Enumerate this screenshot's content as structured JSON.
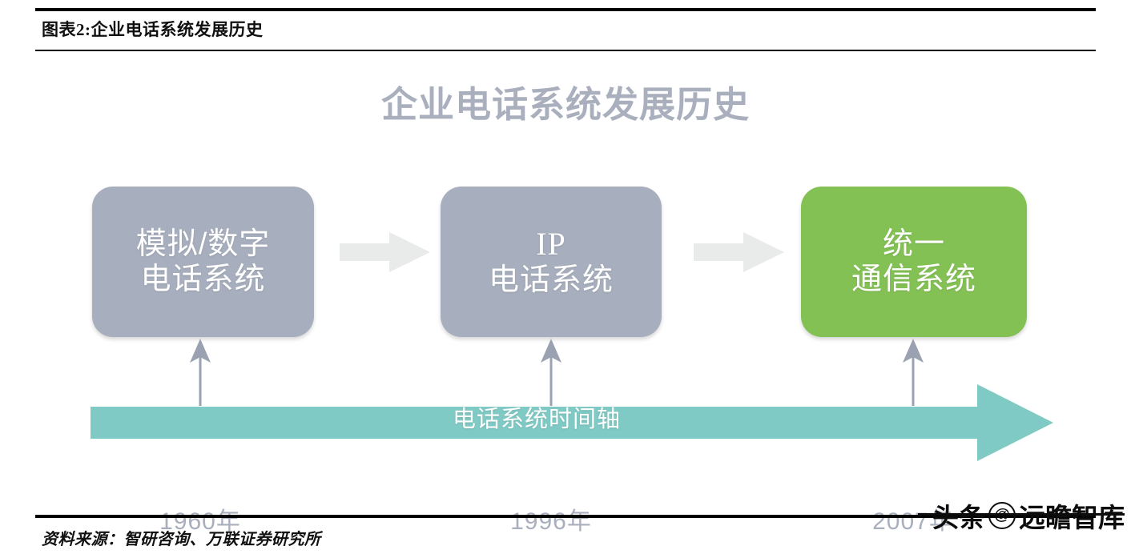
{
  "figure": {
    "caption": "图表2:企业电话系统发展历史",
    "title": "企业电话系统发展历史",
    "source_note": "资料来源：智研咨询、万联证券研究所"
  },
  "watermark": {
    "brand": "头条",
    "at": "@",
    "account": "远瞻智库"
  },
  "colors": {
    "stage_gray": "#a7aebd",
    "stage_green": "#84c155",
    "timeline_teal": "#80cac5",
    "connector_gray": "#e9eaea",
    "tick_gray": "#9aa1b0",
    "title_gray": "#a9afbd"
  },
  "chart_data": {
    "type": "diagram",
    "title": "企业电话系统发展历史",
    "timeline_label": "电话系统时间轴",
    "stages": [
      {
        "lines": [
          "模拟/数字",
          "电话系统"
        ],
        "year": "1960年",
        "color": "#a7aebd",
        "latin": false
      },
      {
        "lines": [
          "IP",
          "电话系统"
        ],
        "year": "1996年",
        "color": "#a7aebd",
        "latin": true
      },
      {
        "lines": [
          "统一",
          "通信系统"
        ],
        "year": "2007年",
        "color": "#84c155",
        "latin": false
      }
    ],
    "connectors": [
      "chevron-right-arrow",
      "chevron-right-arrow"
    ],
    "timeline_direction": "left-to-right"
  }
}
